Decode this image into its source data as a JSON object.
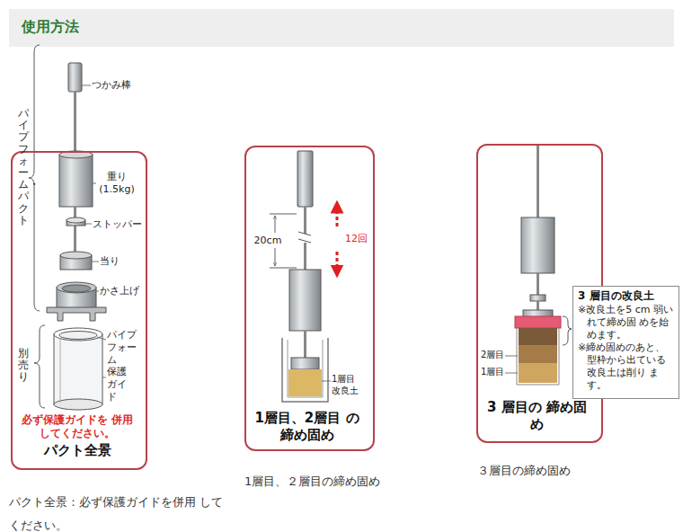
{
  "diagram": {
    "title": "使用方法",
    "nodes": [
      {
        "text": [
          "必ず保護ガイドを 併用してください。",
          "パクト全景"
        ]
      },
      {
        "text": [
          "1層目、2層目 の締め固め"
        ]
      },
      {
        "text": [
          "3 層目の 締め固め"
        ]
      },
      {
        "text": [
          "3 層目の改良土",
          "※改良土を5 cm 弱いれて締め固 めを始めます。",
          "※締め固めのあと、 型枠から出ている 改良土は削り ます。"
        ]
      }
    ],
    "labels": [
      "つかみ棒",
      "重り (1.5kg)",
      "ストッパー",
      "当り",
      "かさ上げ",
      "パイプ フォーム",
      "保護 ガイド",
      "パイプフォーム・パクト",
      "別売り",
      "20cm",
      "12回",
      "1層目 改良土",
      "2層目",
      "1層目",
      "パクト全景：必ず保護ガイドを併用 してください。",
      "1層目、２層目の締め固め",
      "３層目の締め固め"
    ]
  }
}
